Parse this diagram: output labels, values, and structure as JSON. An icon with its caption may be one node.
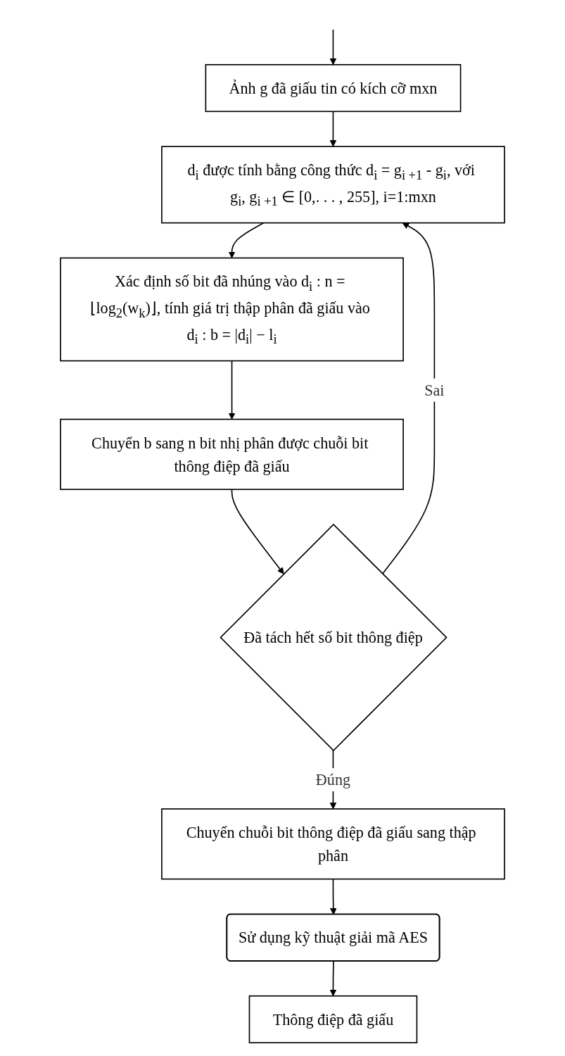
{
  "diagram": {
    "nodes": [
      {
        "text": [
          "Ảnh g đã giấu tin có kích cỡ mxn"
        ]
      },
      {
        "text": [
          "d$_{i}$ được tính bằng công thức d$_{i}$ = g$_{i +1}$ - g$_{i}$, với g$_{i}$, g$_{i +1}$ ∈ [0,. . . , 255], i=1:mxn"
        ]
      },
      {
        "text": [
          "Xác định số bit đã nhúng vào d$_{i}$ : n = ⌊log$_{2}$(w$_{k}$)⌋, tính giá trị thập phân đã giấu vào d$_{i}$ : b = |d$_{i}$| − l$_{i}$"
        ]
      },
      {
        "text": [
          "Chuyển b sang n bit nhị phân được chuỗi bit thông điệp đã giấu"
        ]
      },
      {
        "text": [
          "Đã tách hết số bit thông điệp"
        ]
      },
      {
        "text": [
          "Chuyển chuỗi bit thông điệp đã giấu sang thập phân"
        ]
      },
      {
        "text": [
          "Sử dụng kỹ thuật giải mã AES"
        ]
      },
      {
        "text": [
          "Thông điệp đã giấu"
        ]
      }
    ],
    "edges": [
      {
        "from": null,
        "to": 0,
        "arrow": "to"
      },
      {
        "from": 0,
        "to": 1,
        "arrow": "to"
      },
      {
        "from": 1,
        "to": 2,
        "arrow": "to"
      },
      {
        "from": 2,
        "to": 3,
        "arrow": "to"
      },
      {
        "from": 3,
        "to": 4,
        "arrow": "to"
      },
      {
        "from": 4,
        "to": 1,
        "arrow": "to",
        "label": "Sai"
      },
      {
        "from": 4,
        "to": 5,
        "arrow": "to",
        "label": "Đúng"
      },
      {
        "from": 5,
        "to": 6,
        "arrow": "to"
      },
      {
        "from": 6,
        "to": 7,
        "arrow": "to"
      }
    ]
  }
}
